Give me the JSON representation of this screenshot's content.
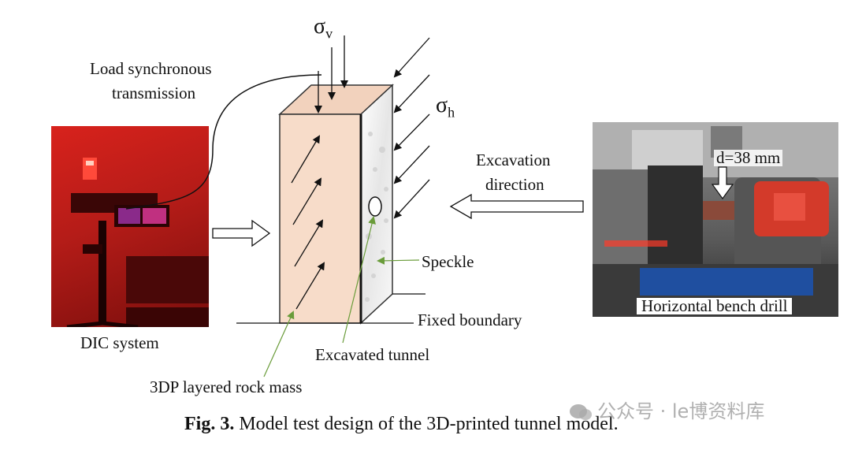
{
  "labels": {
    "sigma_v": "σv",
    "sigma_h": "σh",
    "load_line1": "Load synchronous",
    "load_line2": "transmission",
    "excavation_line1": "Excavation",
    "excavation_line2": "direction",
    "drill_size": "d=38 mm",
    "speckle": "Speckle",
    "fixed_boundary": "Fixed boundary",
    "excavated_tunnel": "Excavated tunnel",
    "dic_system": "DIC system",
    "rock_mass": "3DP layered rock mass",
    "bench_drill": "Horizontal bench drill"
  },
  "caption": {
    "fig_label": "Fig. 3.",
    "text": "Model test design of the 3D-printed tunnel model."
  },
  "watermark": {
    "text": "公众号 · le博资料库"
  },
  "colors": {
    "block_front": "#f7dcc9",
    "block_top": "#f2d2bd",
    "dic_photo_red": "#c0201c",
    "arrow_green": "#6a9c3a"
  }
}
